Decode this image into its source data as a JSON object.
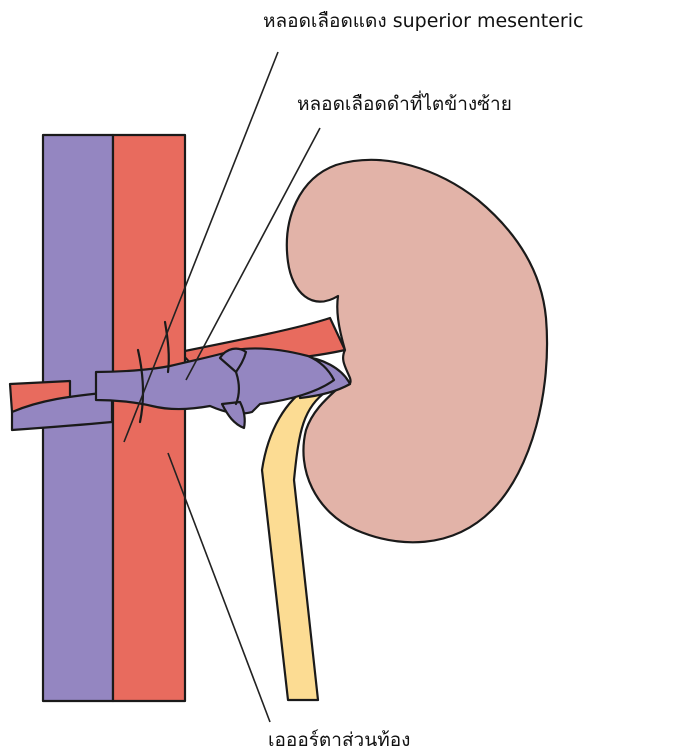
{
  "labels": {
    "superior_mesenteric_artery": "หลอดเลือดแดง superior mesenteric",
    "left_renal_vein": "หลอดเลือดดำที่ไตข้างซ้าย",
    "abdominal_aorta": "เอออร์ตาส่วนท้อง"
  },
  "colors": {
    "vein": "#9486C1",
    "artery": "#E86B5E",
    "kidney": "#E2B3A8",
    "ureter": "#FCDC93",
    "outline": "#1A1A1A",
    "leader_line": "#222222"
  }
}
